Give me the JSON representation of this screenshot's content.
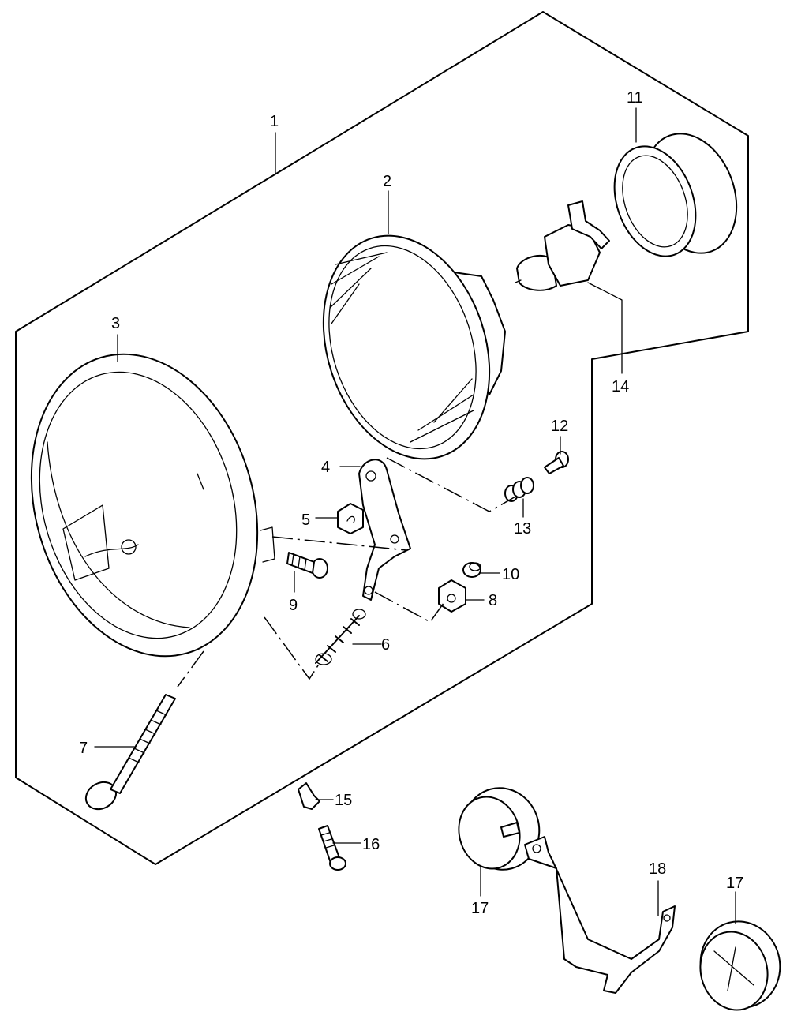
{
  "diagram": {
    "callouts": [
      {
        "id": "1",
        "text": "1"
      },
      {
        "id": "2",
        "text": "2"
      },
      {
        "id": "3",
        "text": "3"
      },
      {
        "id": "4",
        "text": "4"
      },
      {
        "id": "5",
        "text": "5"
      },
      {
        "id": "6",
        "text": "6"
      },
      {
        "id": "7",
        "text": "7"
      },
      {
        "id": "8",
        "text": "8"
      },
      {
        "id": "9",
        "text": "9"
      },
      {
        "id": "10",
        "text": "10"
      },
      {
        "id": "11",
        "text": "11"
      },
      {
        "id": "12",
        "text": "12"
      },
      {
        "id": "13",
        "text": "13"
      },
      {
        "id": "14",
        "text": "14"
      },
      {
        "id": "15",
        "text": "15"
      },
      {
        "id": "16",
        "text": "16"
      },
      {
        "id": "17a",
        "text": "17"
      },
      {
        "id": "18",
        "text": "18"
      },
      {
        "id": "17b",
        "text": "17"
      }
    ]
  }
}
